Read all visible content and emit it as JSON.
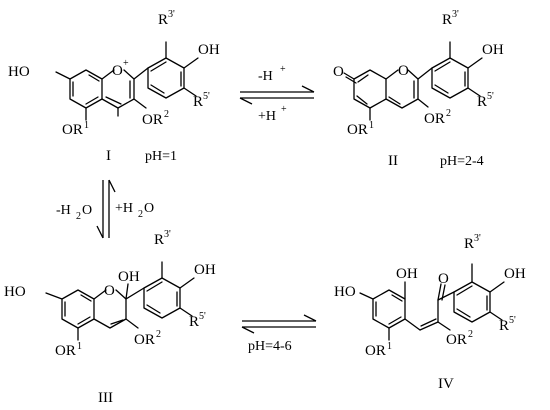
{
  "structures": [
    {
      "id": "I",
      "label": "I",
      "ph": "pH=1",
      "atoms": {
        "ho_left": "HO",
        "oxonium_o": "O",
        "oxonium_charge": "+",
        "oh_right": "OH",
        "r3": "R",
        "r3_sup": "3'",
        "r5": "R",
        "r5_sup": "5'",
        "or2": "OR",
        "or2_sup": "2",
        "or1": "OR",
        "or1_sup": "1"
      }
    },
    {
      "id": "II",
      "label": "II",
      "ph": "pH=2-4",
      "atoms": {
        "keto_o": "O",
        "ring_o": "O",
        "oh_right": "OH",
        "r3": "R",
        "r3_sup": "3'",
        "r5": "R",
        "r5_sup": "5'",
        "or2": "OR",
        "or2_sup": "2",
        "or1": "OR",
        "or1_sup": "1"
      }
    },
    {
      "id": "III",
      "label": "III",
      "atoms": {
        "ho_left": "HO",
        "ring_o": "O",
        "oh_c2": "OH",
        "oh_right": "OH",
        "r3": "R",
        "r3_sup": "3'",
        "r5": "R",
        "r5_sup": "5'",
        "or2": "OR",
        "or2_sup": "2",
        "or1": "OR",
        "or1_sup": "1"
      }
    },
    {
      "id": "IV",
      "label": "IV",
      "atoms": {
        "ho_left": "HO",
        "oh_top": "OH",
        "keto_o": "O",
        "oh_right": "OH",
        "r3": "R",
        "r3_sup": "3'",
        "r5": "R",
        "r5_sup": "5'",
        "or2": "OR",
        "or2_sup": "2",
        "or1": "OR",
        "or1_sup": "1"
      }
    }
  ],
  "equilibria": [
    {
      "id": "I-II",
      "forward": "-H",
      "forward_sup": "+",
      "reverse": "+H",
      "reverse_sup": "+"
    },
    {
      "id": "I-III",
      "left_a": "-H",
      "left_sub": "2",
      "left_b": "O",
      "right_a": "+H",
      "right_sub": "2",
      "right_b": "O"
    },
    {
      "id": "III-IV",
      "condition": "pH=4-6"
    }
  ]
}
